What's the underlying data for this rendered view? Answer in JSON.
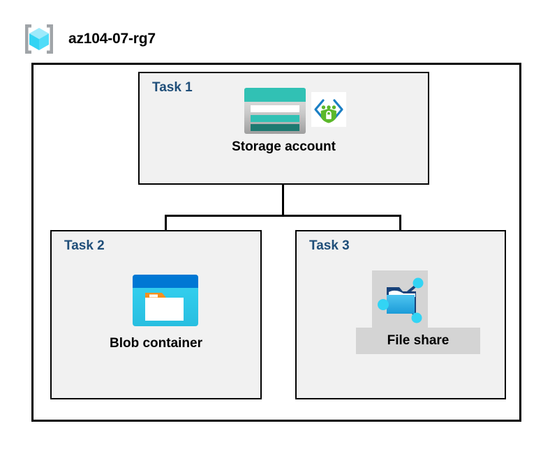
{
  "header": {
    "icon": "resource-group-cube-icon",
    "title": "az104-07-rg7"
  },
  "diagram": {
    "type": "azure-architecture-diagram",
    "container_name": "az104-07-rg7",
    "colors": {
      "task_label": "#1F4E79",
      "task_box_fill": "#F1F1F1",
      "border": "#000000",
      "container_fill": "#FFFFFF",
      "highlight": "#D4D4D4",
      "storage_teal": "#31C1B4",
      "storage_teal_dark": "#1F7A71",
      "blob_blue": "#0078D4",
      "blob_cyan": "#32D4F0",
      "blob_orange": "#F7901E",
      "fileshare_blue": "#32B0E7",
      "node_cyan": "#32D4F4",
      "shield_green": "#5CB82B",
      "bracket_gray": "#A0A4A8"
    },
    "tasks": [
      {
        "id": "task1",
        "label": "Task 1",
        "node_label": "Storage account",
        "icons": [
          "storage-account-icon",
          "private-link-shield-icon"
        ],
        "highlighted": false
      },
      {
        "id": "task2",
        "label": "Task 2",
        "node_label": "Blob container",
        "icons": [
          "blob-container-icon"
        ],
        "highlighted": false
      },
      {
        "id": "task3",
        "label": "Task 3",
        "node_label": "File share",
        "icons": [
          "file-share-icon"
        ],
        "highlighted": true
      }
    ],
    "connectors": [
      {
        "from": "task1",
        "to": "task2"
      },
      {
        "from": "task1",
        "to": "task3"
      }
    ]
  }
}
